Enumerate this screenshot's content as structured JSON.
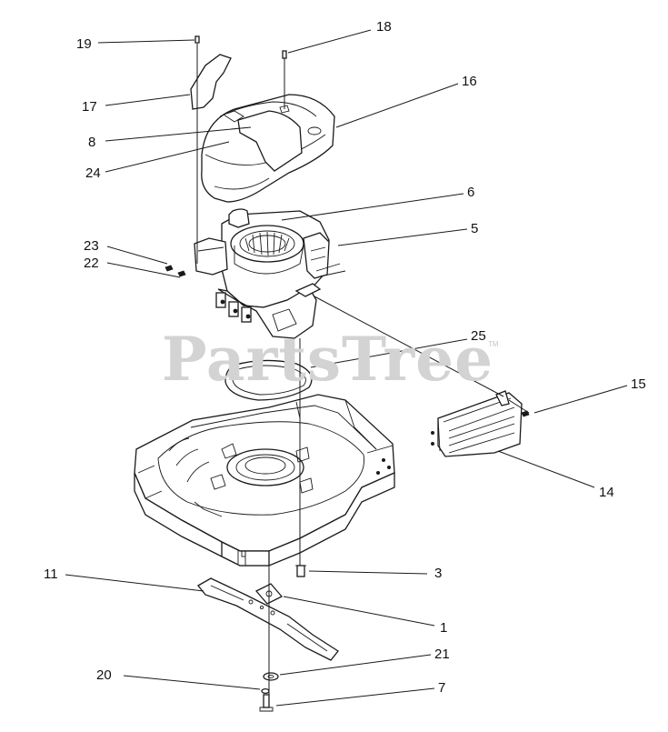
{
  "watermark": {
    "brand": "PartsTree",
    "trademark": "TM"
  },
  "callouts": [
    "19",
    "18",
    "17",
    "16",
    "8",
    "24",
    "6",
    "23",
    "5",
    "22",
    "25",
    "15",
    "14",
    "3",
    "11",
    "1",
    "21",
    "20",
    "7"
  ]
}
